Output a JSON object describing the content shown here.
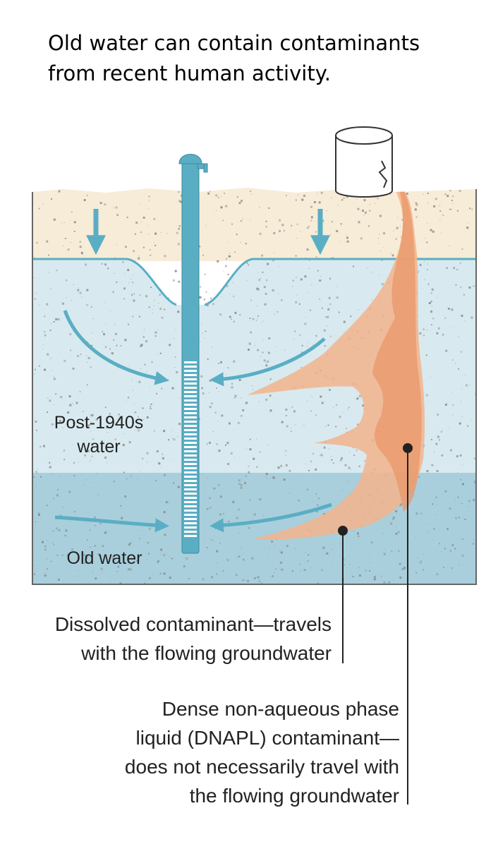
{
  "heading": {
    "line1": "Old water can contain contaminants",
    "line2": "from recent human activity."
  },
  "layers": {
    "post_1940s": [
      "Post-1940s",
      "water"
    ],
    "old": "Old water"
  },
  "callouts": {
    "dissolved": [
      "Dissolved contaminant—travels",
      "with the flowing groundwater"
    ],
    "dnapl": [
      "Dense non-aqueous phase",
      "liquid (DNAPL) contaminant—",
      "does not necessarily travel with",
      "the flowing groundwater"
    ]
  },
  "colors": {
    "unsaturated_zone": "#f7ecd8",
    "young_water": "#d8eaf0",
    "old_water": "#a9cfdc",
    "arrow": "#5aaec4",
    "contaminant": "#f3b48c",
    "dnapl": "#e9976a",
    "speckle": "#8a8a8a"
  }
}
